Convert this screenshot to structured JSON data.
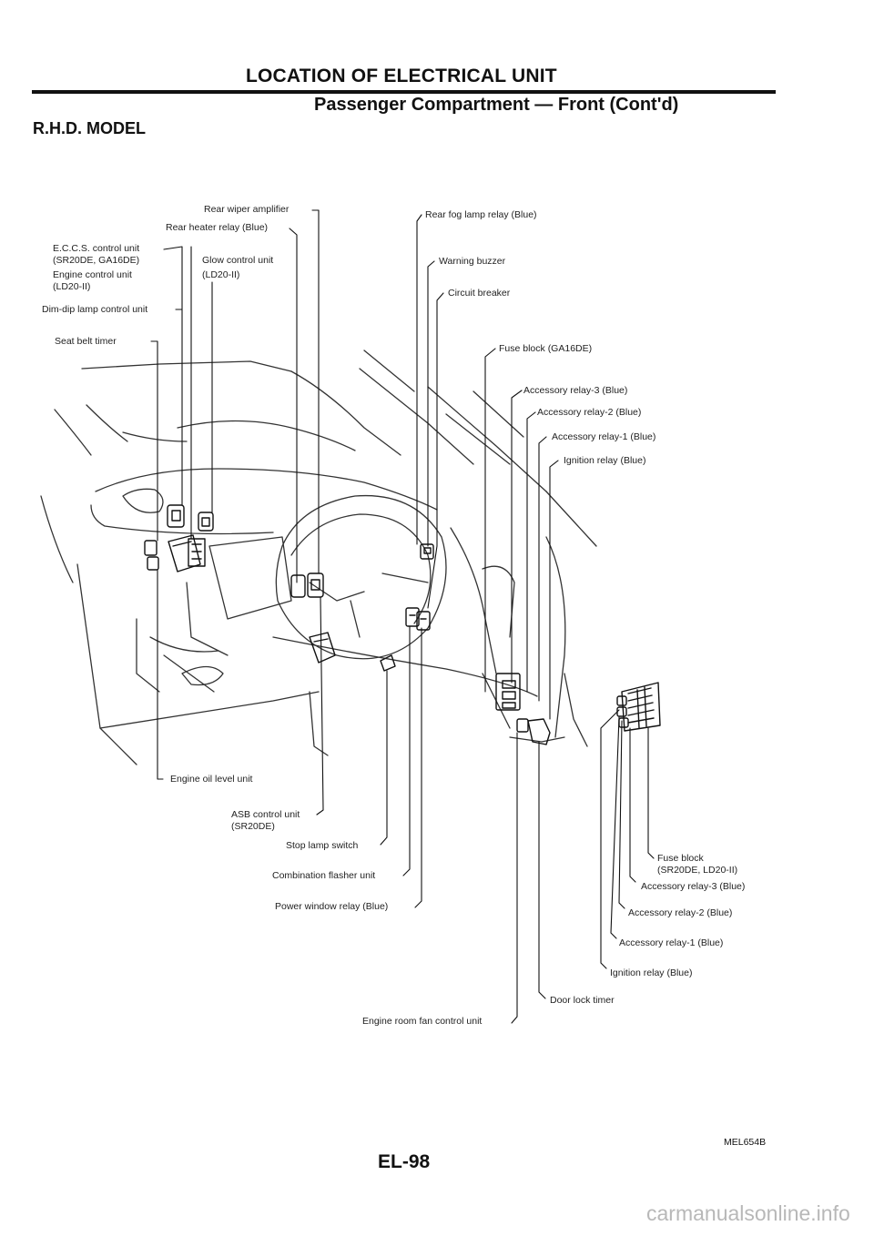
{
  "header": {
    "title": "LOCATION OF ELECTRICAL UNIT",
    "subtitle": "Passenger Compartment — Front (Cont'd)",
    "model": "R.H.D. MODEL"
  },
  "labels": {
    "rear_wiper_amplifier": "Rear wiper amplifier",
    "rear_heater_relay": "Rear heater relay (Blue)",
    "eccs_unit": "E.C.C.S. control unit",
    "eccs_unit_variant": "(SR20DE, GA16DE)",
    "engine_control_unit": "Engine control unit",
    "engine_control_unit_variant": "(LD20-II)",
    "dim_dip_unit": "Dim-dip lamp control unit",
    "glow_control_unit": "Glow control unit",
    "glow_control_unit_variant": "(LD20-II)",
    "seat_belt_timer": "Seat belt timer",
    "rear_fog_lamp_relay": "Rear fog lamp relay (Blue)",
    "warning_buzzer": "Warning buzzer",
    "circuit_breaker": "Circuit breaker",
    "fuse_block_ga16de": "Fuse block (GA16DE)",
    "accessory_relay_3": "Accessory relay-3 (Blue)",
    "accessory_relay_2": "Accessory relay-2 (Blue)",
    "accessory_relay_1": "Accessory relay-1 (Blue)",
    "ignition_relay": "Ignition relay (Blue)",
    "engine_oil_level_unit": "Engine oil level unit",
    "asb_control_unit": "ASB control unit",
    "asb_control_unit_variant": "(SR20DE)",
    "stop_lamp_switch": "Stop lamp switch",
    "combination_flasher_unit": "Combination flasher unit",
    "power_window_relay": "Power window relay (Blue)",
    "fuse_block_sr20de": "Fuse block",
    "fuse_block_sr20de_variant": "(SR20DE, LD20-II)",
    "accessory_relay_3_b": "Accessory relay-3 (Blue)",
    "accessory_relay_2_b": "Accessory relay-2 (Blue)",
    "accessory_relay_1_b": "Accessory relay-1 (Blue)",
    "ignition_relay_b": "Ignition relay (Blue)",
    "door_lock_timer": "Door lock timer",
    "engine_room_fan_control_unit": "Engine room fan control unit"
  },
  "footer": {
    "figure_code": "MEL654B",
    "page_number": "EL-98",
    "watermark": "carmanualsonline.info"
  }
}
